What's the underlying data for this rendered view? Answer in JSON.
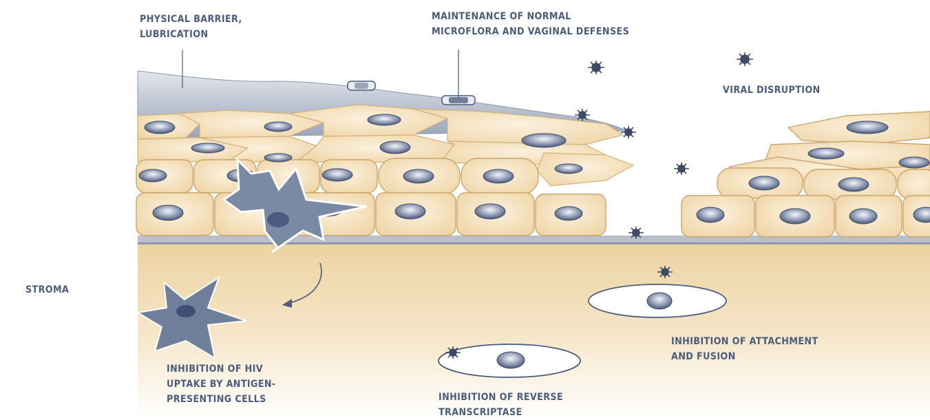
{
  "labels": {
    "physical_barrier": [
      "PHYSICAL BARRIER,",
      "LUBRICATION"
    ],
    "maintenance": [
      "MAINTENANCE OF NORMAL",
      "MICROFLORA AND VAGINAL DEFENSES"
    ],
    "viral_disruption": [
      "VIRAL DISRUPTION"
    ],
    "stroma": [
      "STROMA"
    ],
    "inhibition_hiv_uptake": [
      "INHIBITION OF HIV",
      "UPTAKE BY ANTIGEN-",
      "PRESENTING CELLS"
    ],
    "inhibition_attachment": [
      "INHIBITION OF ATTACHMENT",
      "AND FUSION"
    ],
    "inhibition_rt": [
      "INHIBITION OF REVERSE",
      "TRANSCRIPTASE"
    ]
  },
  "colors": {
    "text": "#4a5d7a",
    "cell_fill": "#f5e3c3",
    "cell_stroke": "#c9a66b",
    "stroma": "#f0d9aa",
    "mucus": "#a7b1c2",
    "dendritic": "#6f7f9a",
    "virus": "#3f4b63"
  },
  "icons": [
    "virus-icon",
    "dendritic-cell-icon",
    "epithelial-cell-icon",
    "lymphocyte-icon",
    "arrow-icon"
  ]
}
